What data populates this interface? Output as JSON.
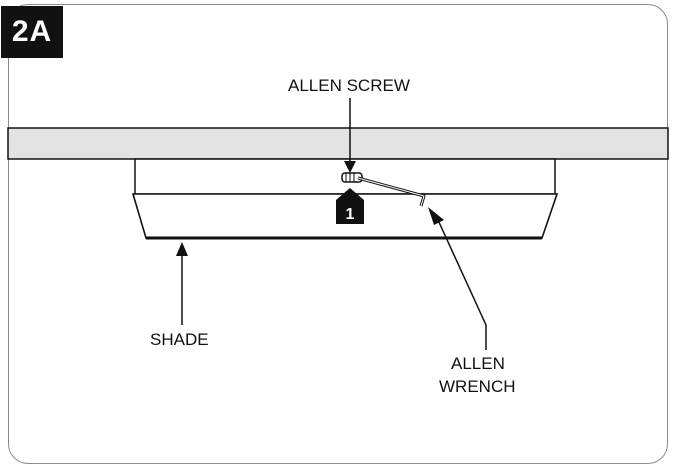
{
  "figure_id": "2A",
  "step_marker": "1",
  "labels": {
    "allen_screw": "ALLEN SCREW",
    "shade": "SHADE",
    "allen_wrench_line1": "ALLEN",
    "allen_wrench_line2": "WRENCH"
  },
  "colors": {
    "ceiling_fill": "#e3e3e3",
    "line": "#111111",
    "frame": "#8c8c8c",
    "badge_bg": "#111111",
    "badge_text": "#ffffff"
  }
}
